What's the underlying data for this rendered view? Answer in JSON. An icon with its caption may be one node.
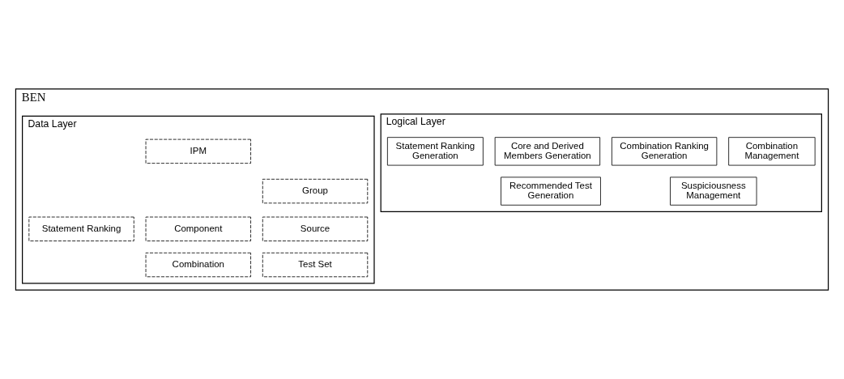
{
  "diagram": {
    "nodes": [
      {
        "text": [
          "BEN"
        ]
      },
      {
        "text": [
          "Logical Layer"
        ],
        "in": 0
      },
      {
        "text": [
          "Combination Management"
        ],
        "in": 1
      },
      {
        "text": [
          "Combination Ranking Generation"
        ],
        "in": 1
      },
      {
        "text": [
          "Core and Derived Members Generation"
        ],
        "in": 1
      },
      {
        "text": [
          "Statement Ranking Generation"
        ],
        "in": 1
      },
      {
        "text": [
          "Suspiciousness Management"
        ],
        "in": 1
      },
      {
        "text": [
          "Recommended Test Generation"
        ],
        "in": 1
      },
      {
        "text": [
          "Data Layer"
        ],
        "in": 0
      },
      {
        "text": [
          "Source"
        ],
        "in": 8
      },
      {
        "text": [
          "IPM"
        ],
        "in": 8
      },
      {
        "text": [
          "Component"
        ],
        "in": 8
      },
      {
        "text": [
          "Group"
        ],
        "in": 8
      },
      {
        "text": [
          "Test Set"
        ],
        "in": 8
      },
      {
        "text": [
          "Combination"
        ],
        "in": 8
      },
      {
        "text": [
          "Statement Ranking"
        ],
        "in": 8
      }
    ],
    "edges": []
  }
}
